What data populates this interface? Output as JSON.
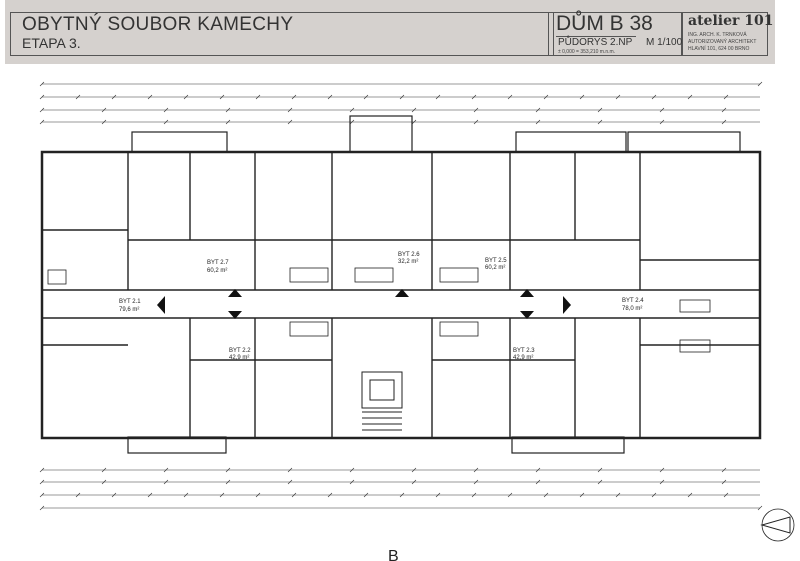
{
  "title_block": {
    "project": "OBYTNÝ SOUBOR KAMECHY",
    "stage": "ETAPA 3.",
    "building": "DŮM B 38",
    "drawing": "PŮDORYS 2.NP",
    "scale": "M 1/100",
    "elevation": "± 0,000 = 353,210 m.n.m.",
    "firm": "atelier 101",
    "firm_lines": [
      "ING. ARCH. K. TRNKOVÁ",
      "AUTORIZOVANÝ ARCHITEKT",
      "HLAVNÍ 101, 624 00 BRNO"
    ]
  },
  "apartments": [
    {
      "name": "BYT 2.7",
      "area": "60,2 m²"
    },
    {
      "name": "BYT 2.6",
      "area": "32,2 m²"
    },
    {
      "name": "BYT 2.5",
      "area": "60,2 m²"
    },
    {
      "name": "BYT 2.1",
      "area": "79,6 m²"
    },
    {
      "name": "BYT 2.4",
      "area": "78,0 m²"
    },
    {
      "name": "BYT 2.2",
      "area": "42,9 m²"
    },
    {
      "name": "BYT 2.3",
      "area": "42,9 m²"
    }
  ],
  "section_marker": "B"
}
